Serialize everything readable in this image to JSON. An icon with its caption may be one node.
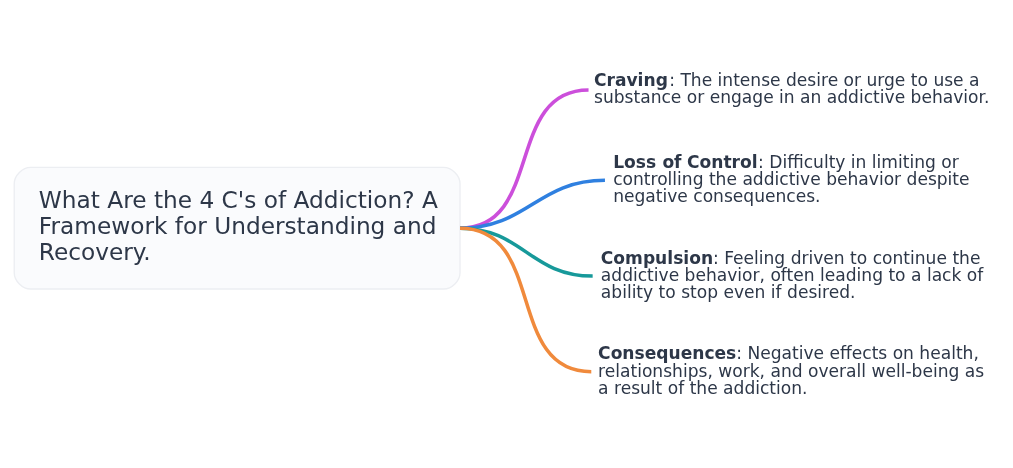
{
  "diagram": {
    "nodes": [
      {
        "text": [
          "What Are the 4 C's of Addiction? A Framework for Understanding and Recovery."
        ]
      },
      {
        "text": [
          "**Craving**: The intense desire or urge to use a substance or engage in an addictive behavior."
        ]
      },
      {
        "text": [
          "**Loss of Control**: Difficulty in limiting or controlling the addictive behavior despite negative consequences."
        ]
      },
      {
        "text": [
          "**Compulsion**: Feeling driven to continue the addictive behavior, often leading to a lack of ability to stop even if desired."
        ]
      },
      {
        "text": [
          "**Consequences**: Negative effects on health, relationships, work, and overall well-being as a result of the addiction."
        ]
      }
    ],
    "edges": [
      {
        "from": 0,
        "to": 1,
        "arrow": "none",
        "color": "#cc4fdb"
      },
      {
        "from": 0,
        "to": 2,
        "arrow": "none",
        "color": "#2f80e0"
      },
      {
        "from": 0,
        "to": 3,
        "arrow": "none",
        "color": "#17999a"
      },
      {
        "from": 0,
        "to": 4,
        "arrow": "none",
        "color": "#f08a3c"
      }
    ]
  }
}
